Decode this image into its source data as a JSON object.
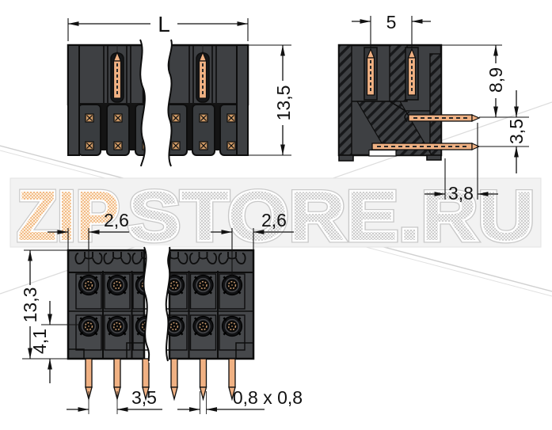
{
  "drawing": {
    "type": "technical-dimension-drawing",
    "views": [
      "front-view",
      "side-section-view",
      "bottom-view"
    ],
    "dimensions": {
      "total_length": "L",
      "front_height": "13,5",
      "pin_row_spacing_top": "5",
      "pin_height_above_board": "8,9",
      "pin_row_pitch_side": "3,5",
      "pin_protrusion": "3,8",
      "edge_to_first_pin_left": "2,6",
      "edge_to_last_pin_right": "2,6",
      "bottom_body_height": "13,3",
      "last_row_to_edge": "4,1",
      "pin_pitch_bottom": "3,5",
      "pin_cross_section": "0,8 x 0,8"
    },
    "watermark": {
      "zip": "ZIP",
      "store": "STORE.RU"
    },
    "colors": {
      "body_gray": "#3e4043",
      "body_gray_bottom": "#46484b",
      "pin_orange": "#f0b183",
      "contact_orange": "#cf9a66",
      "outline_black": "#0d0d0d",
      "watermark_orange": "#f4bd87",
      "watermark_gray": "#d4d4d4",
      "watermark_band": "#f2f2f2"
    }
  }
}
